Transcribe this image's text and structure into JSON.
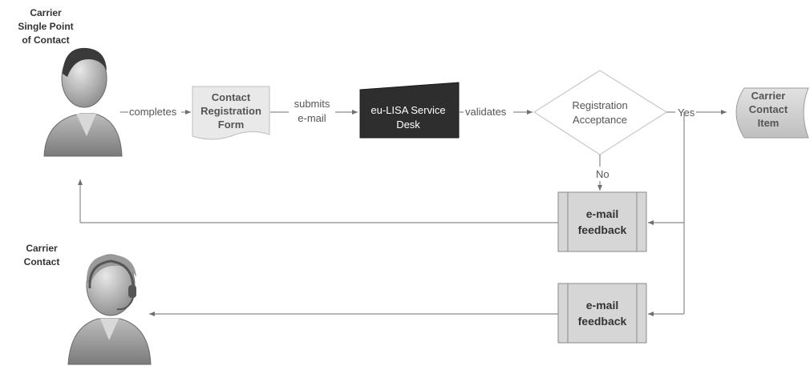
{
  "actors": {
    "spoc": {
      "label_lines": [
        "Carrier",
        "Single Point",
        "of Contact"
      ]
    },
    "contact": {
      "label_lines": [
        "Carrier",
        "Contact"
      ]
    }
  },
  "nodes": {
    "registration_form": {
      "label_lines": [
        "Contact",
        "Registration",
        "Form"
      ]
    },
    "service_desk": {
      "label_lines": [
        "eu-LISA Service",
        "Desk"
      ]
    },
    "decision": {
      "label_lines": [
        "Registration",
        "Acceptance"
      ]
    },
    "contact_item": {
      "label_lines": [
        "Carrier",
        "Contact",
        "Item"
      ]
    },
    "feedback_no": {
      "label_lines": [
        "e-mail",
        "feedback"
      ]
    },
    "feedback_yes": {
      "label_lines": [
        "e-mail",
        "feedback"
      ]
    }
  },
  "edges": {
    "completes": "completes",
    "submits": [
      "submits",
      "e-mail"
    ],
    "validates": "validates",
    "yes": "Yes",
    "no": "No"
  },
  "colors": {
    "form_fill": "#e9e9e9",
    "service_desk_fill": "#2e2e2e",
    "decision_stroke": "#c8c8c8",
    "feedback_fill": "#d6d6d6",
    "line": "#8a8a8a"
  }
}
